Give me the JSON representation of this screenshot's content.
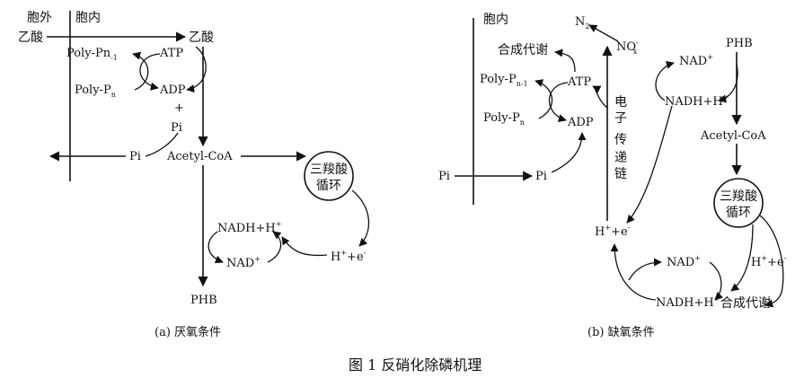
{
  "panel_a": {
    "outside_label": "胞外",
    "inside_label": "胞内",
    "acetate_out": "乙酸",
    "acetate_in": "乙酸",
    "poly_pn1": "Poly-Pn",
    "poly_pn1_sub": "-1",
    "atp": "ATP",
    "poly_pn": "Poly-P",
    "poly_pn_sub": "n",
    "adp": "ADP",
    "plus": "+",
    "pi_in": "Pi",
    "pi_out": "Pi",
    "acetyl_coa": "Acetyl-CoA",
    "tca_line1": "三羧酸",
    "tca_line2": "循环",
    "nadh": "NADH+H",
    "nadh_sup": "+",
    "nad": "NAD",
    "nad_sup": "+",
    "he": "H",
    "he_sup": "+",
    "he_e": "+e",
    "he_e_sup": "-",
    "phb": "PHB",
    "caption": "(a) 厌氧条件"
  },
  "panel_b": {
    "inside_label": "胞内",
    "n2": "N",
    "n2_sub": "2",
    "no3": "NO",
    "no3_sup": "-",
    "no3_sub": "x",
    "anabolism_top": "合成代谢",
    "poly_pn1": "Poly-P",
    "poly_pn1_sub": "n-1",
    "atp": "ATP",
    "poly_pn": "Poly-P",
    "poly_pn_sub": "n",
    "adp": "ADP",
    "etc": [
      "电",
      "子",
      "传",
      "递",
      "链"
    ],
    "pi_out": "Pi",
    "pi_in": "Pi",
    "nad_top": "NAD",
    "nad_top_sup": "+",
    "nadh_top": "NADH+H",
    "nadh_top_sup": "+",
    "phb": "PHB",
    "acetyl_coa": "Acetyl-CoA",
    "tca_line1": "三羧酸",
    "tca_line2": "循环",
    "he": "H",
    "he_sup": "+",
    "he_e": "+e",
    "he_e_sup": "-",
    "nad_bottom": "NAD",
    "nad_bottom_sup": "+",
    "he_right": "H",
    "he_right_sup": "+",
    "he_right_e": "+e",
    "he_right_e_sup": "-",
    "nadh_bottom": "NADH+H",
    "nadh_bottom_sup": "+",
    "anabolism_bottom": "合成代谢",
    "caption": "(b) 缺氧条件"
  },
  "figure_title": "图 1  反硝化除磷机理"
}
